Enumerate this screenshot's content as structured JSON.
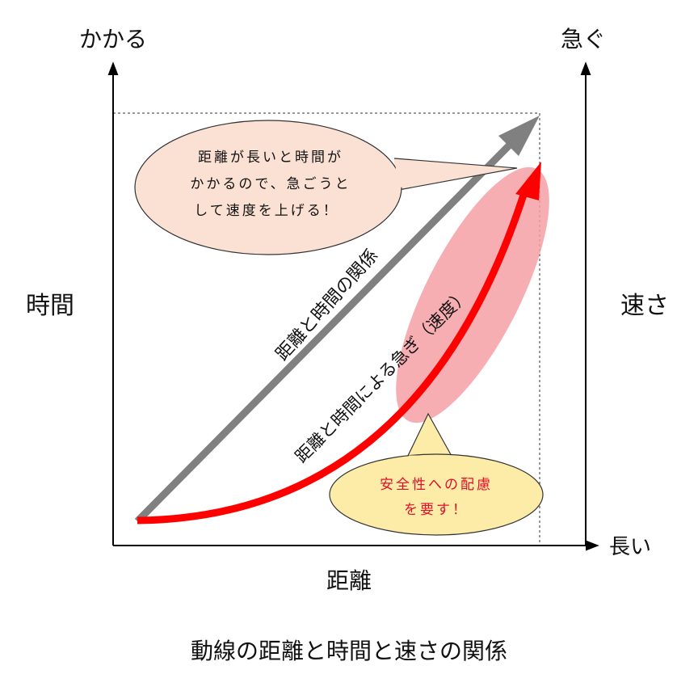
{
  "axes": {
    "left_top": "かかる",
    "left_middle": "時間",
    "right_top": "急ぐ",
    "right_middle": "速さ",
    "bottom_right": "長い",
    "bottom_center": "距離"
  },
  "arrows": {
    "gray_label": "距離と時間の関係",
    "red_label": "距離と時間による急ぎ（速度）",
    "gray_color": "#808080",
    "red_color": "#ff0000",
    "highlight_color": "#f4a0a6"
  },
  "callouts": {
    "top": [
      "距離が長いと時間が",
      "かかるので、急ごうと",
      "して速度を上げる！"
    ],
    "bottom": [
      "安全性への配慮",
      "を要す！"
    ],
    "top_fill": "#fbe1d4",
    "bottom_fill": "#fdeba8",
    "bottom_text_color": "#e0102a"
  },
  "caption": "動線の距離と時間と速さの関係"
}
